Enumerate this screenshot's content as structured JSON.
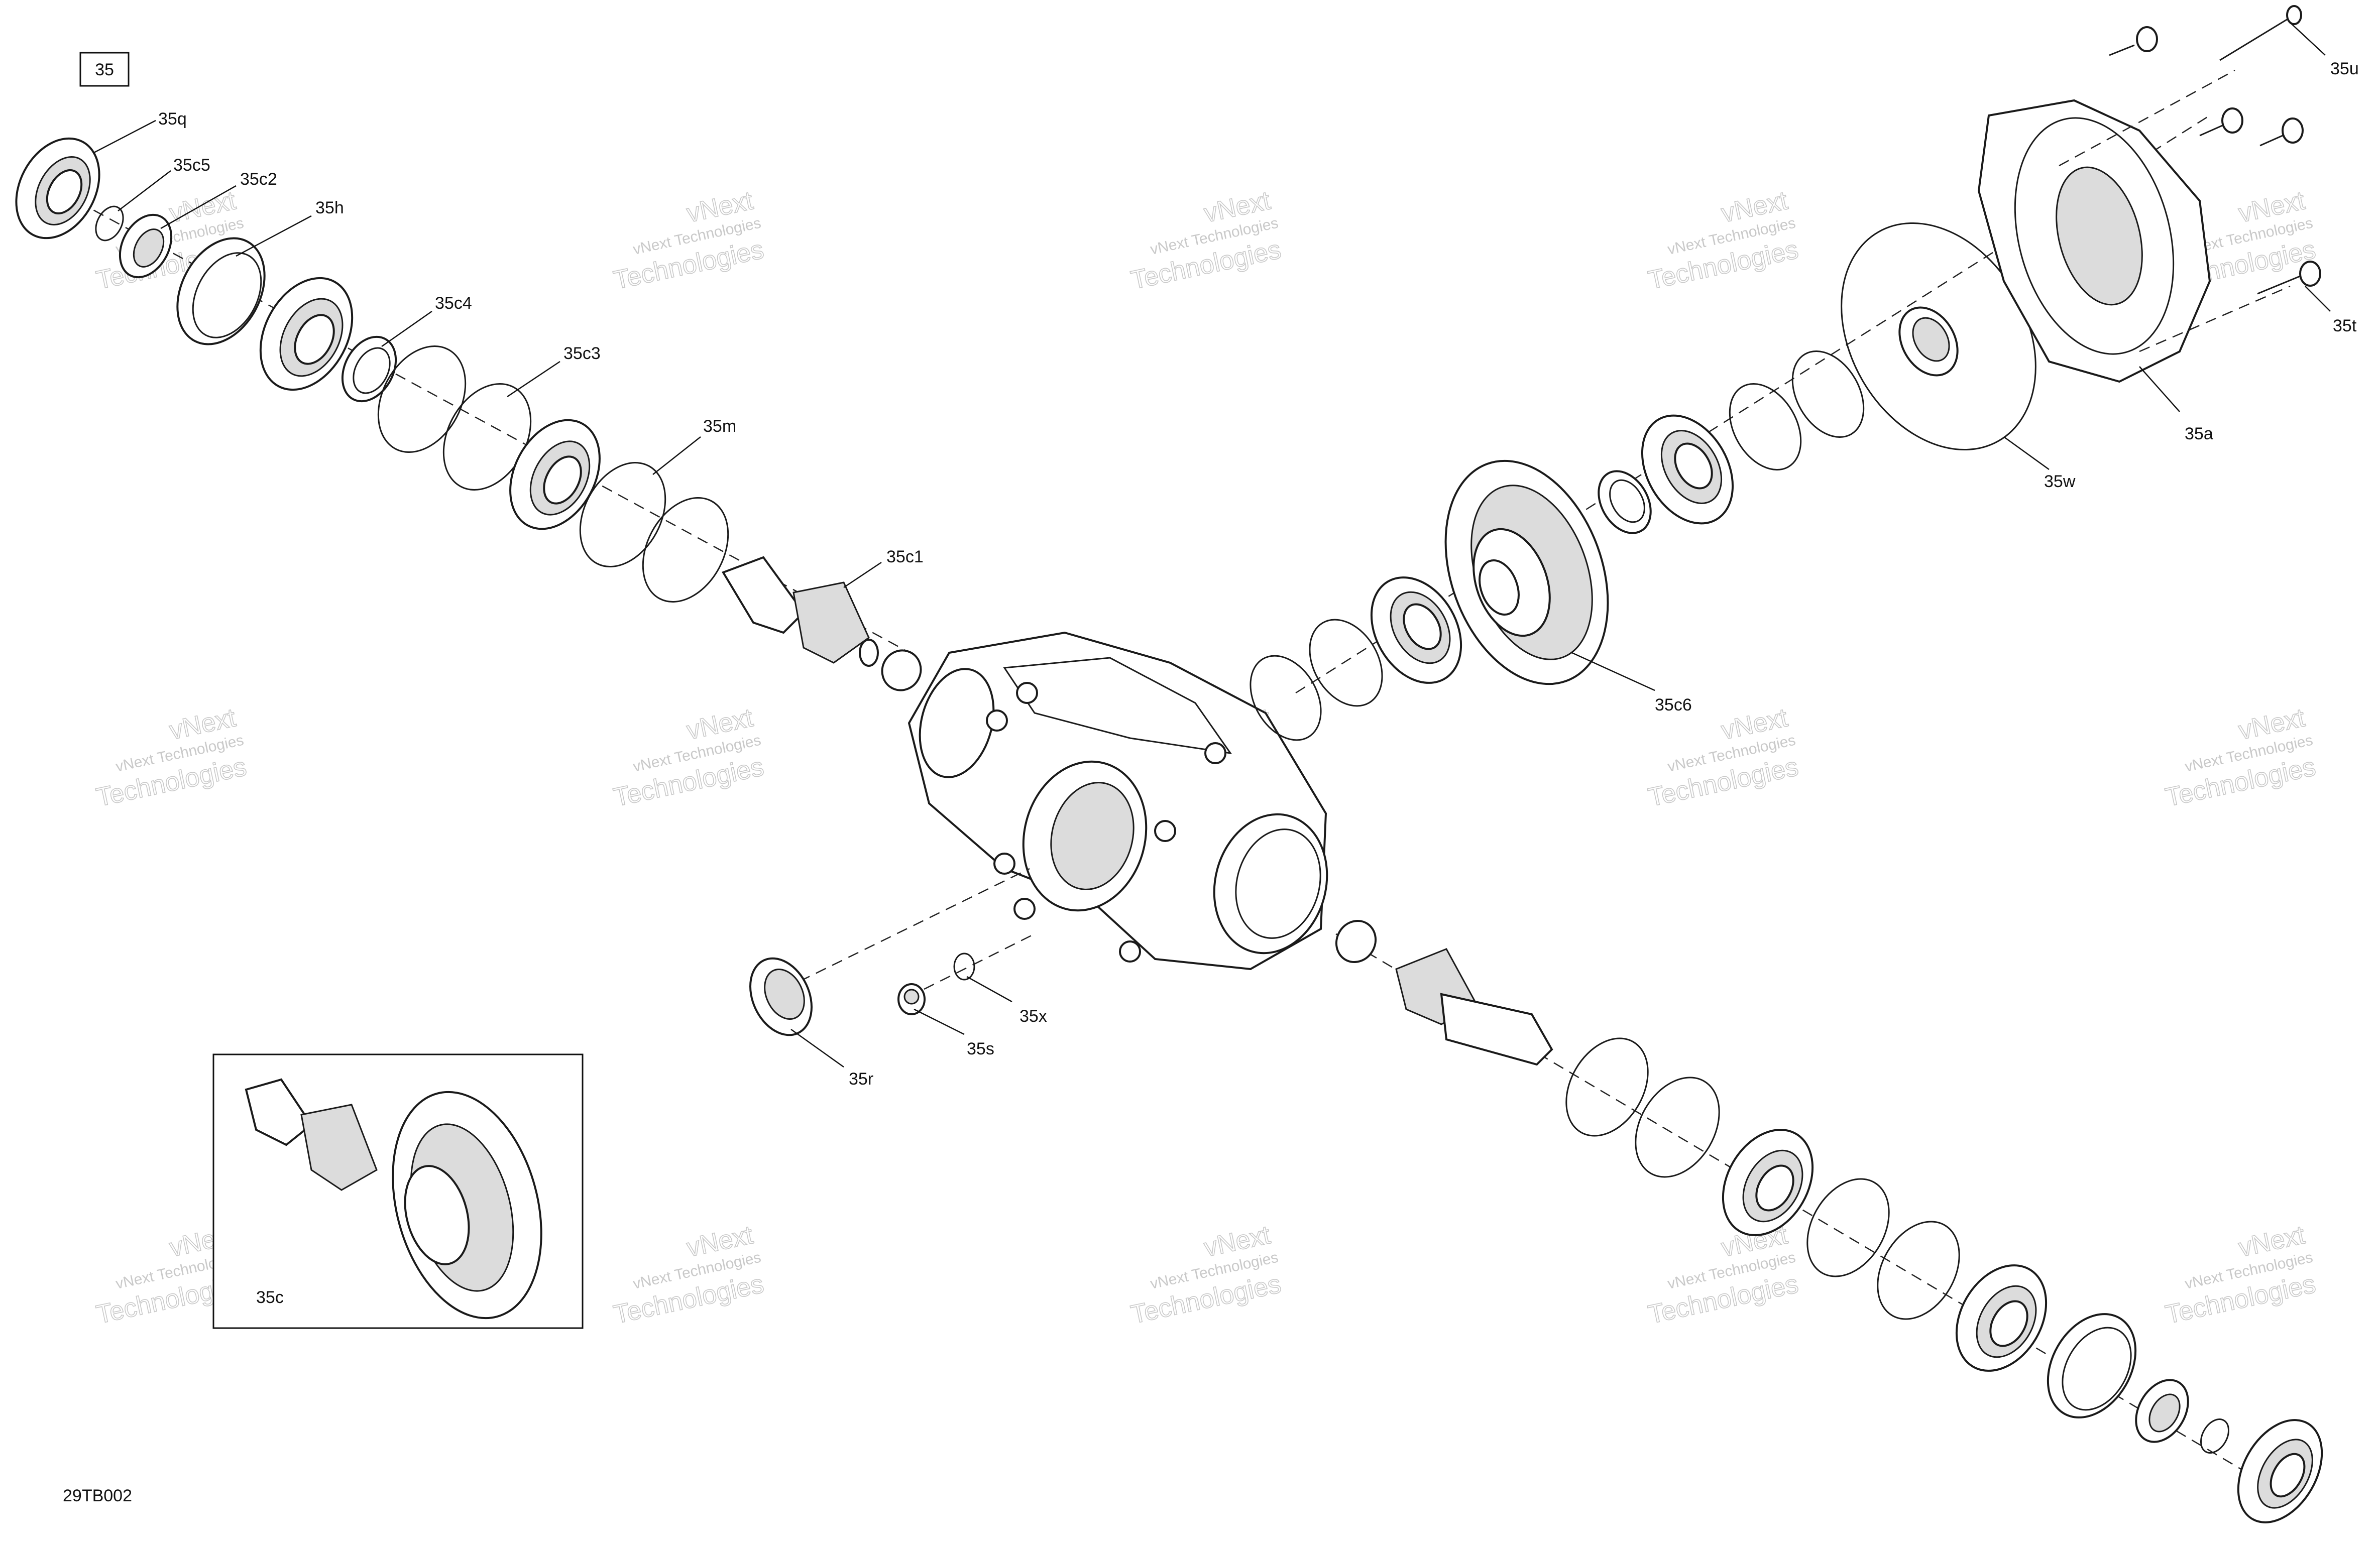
{
  "diagram": {
    "group_label": "35",
    "figure_code": "29TB002",
    "inset_label": "35c",
    "watermark": {
      "line1": "vNext Technologies",
      "line2": "vNext",
      "line3": "Technologies"
    },
    "callouts": [
      {
        "id": "35q",
        "text": "35q"
      },
      {
        "id": "35c5",
        "text": "35c5"
      },
      {
        "id": "35c2",
        "text": "35c2"
      },
      {
        "id": "35h",
        "text": "35h"
      },
      {
        "id": "35c4",
        "text": "35c4"
      },
      {
        "id": "35c3",
        "text": "35c3"
      },
      {
        "id": "35m",
        "text": "35m"
      },
      {
        "id": "35c1",
        "text": "35c1"
      },
      {
        "id": "35c6",
        "text": "35c6"
      },
      {
        "id": "35u",
        "text": "35u"
      },
      {
        "id": "35t",
        "text": "35t"
      },
      {
        "id": "35a",
        "text": "35a"
      },
      {
        "id": "35w",
        "text": "35w"
      },
      {
        "id": "35x",
        "text": "35x"
      },
      {
        "id": "35s",
        "text": "35s"
      },
      {
        "id": "35r",
        "text": "35r"
      }
    ]
  }
}
